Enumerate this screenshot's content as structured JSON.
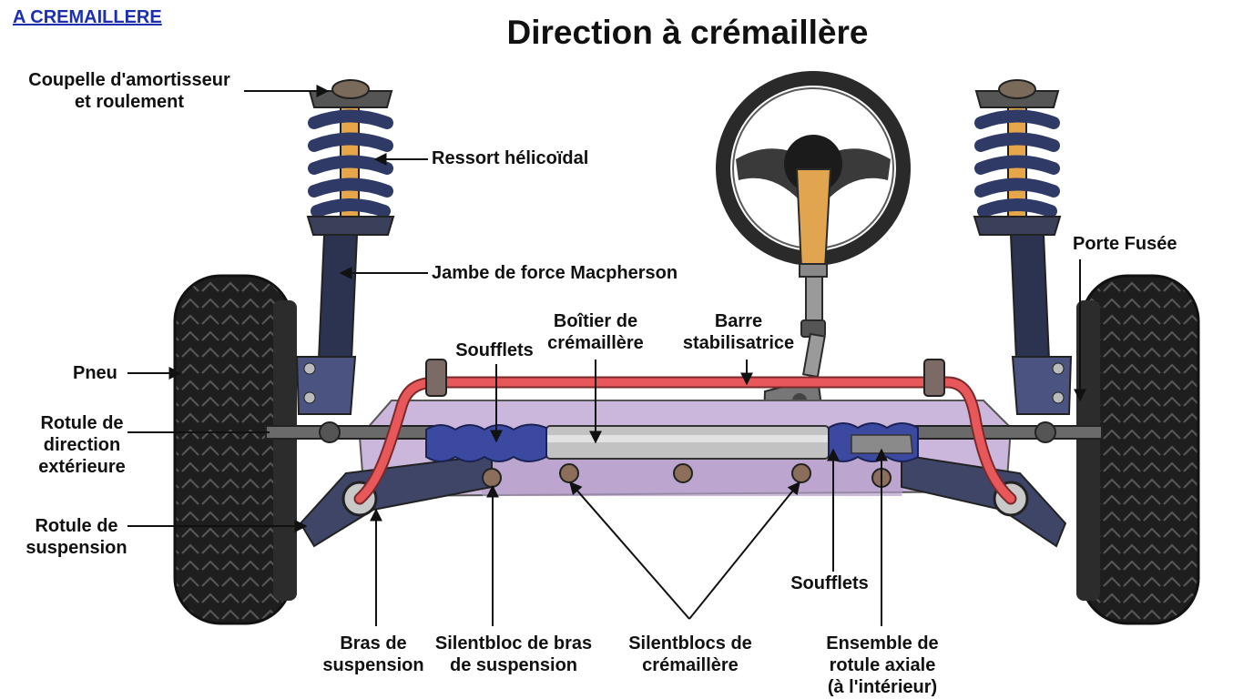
{
  "header": {
    "link": "A CREMAILLERE",
    "title": "Direction à crémaillère"
  },
  "labels": {
    "coupelle": "Coupelle d'amortisseur\net roulement",
    "ressort": "Ressort hélicoïdal",
    "jambe": "Jambe de force Macpherson",
    "porte_fusee": "Porte Fusée",
    "pneu": "Pneu",
    "rotule_direction": "Rotule de\ndirection\nextérieure",
    "rotule_suspension": "Rotule de\nsuspension",
    "soufflets_top": "Soufflets",
    "boitier": "Boîtier de\ncrémaillère",
    "barre": "Barre\nstabilisatrice",
    "soufflets_bottom": "Soufflets",
    "bras": "Bras de\nsuspension",
    "silentbloc_bras": "Silentbloc de bras\nde suspension",
    "silentblocs_cremaillere": "Silentblocs de\ncrémaillère",
    "ensemble_rotule": "Ensemble de\nrotule axiale\n(à l'intérieur)"
  },
  "colors": {
    "tire": "#1e1e1e",
    "tread": "#4a4a4a",
    "spring": "#2f3b66",
    "damper_rod": "#e6a74a",
    "strut": "#2b3350",
    "stabilizer": "#e8585b",
    "subframe": "#cbb6dc",
    "rack": "#b8b8b8",
    "boot": "#3b4aa0",
    "wheel": "#2a2a2a",
    "column": "#e0a54e",
    "arm": "#3e4566"
  }
}
